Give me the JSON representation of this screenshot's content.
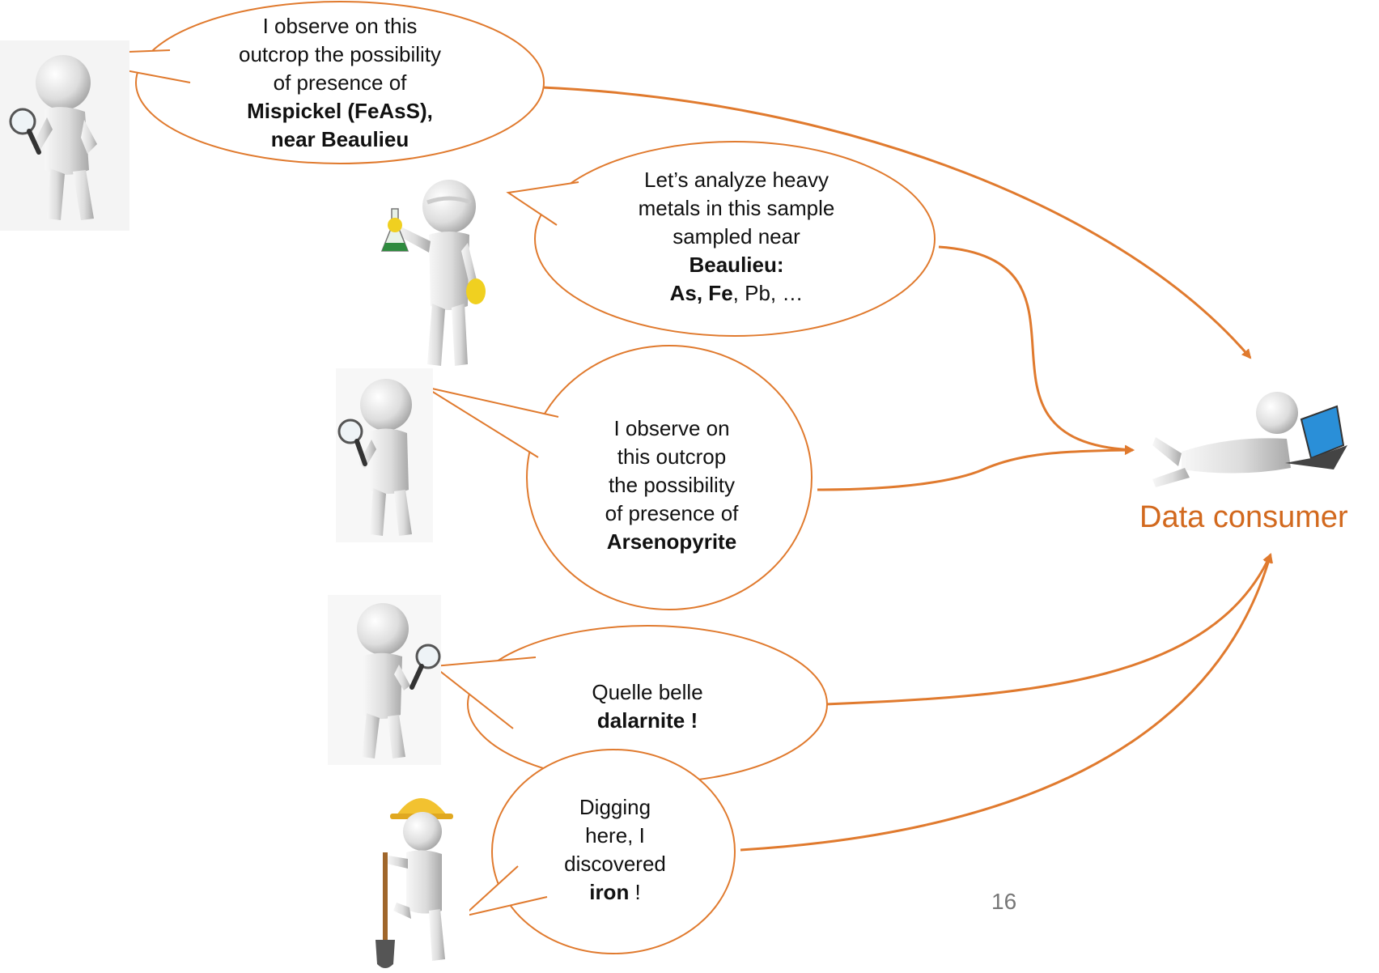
{
  "colors": {
    "accent": "#E07A2E",
    "label": "#D2691E",
    "bubble_fill": "#FFFFFF",
    "text": "#111111",
    "figure_body": "#DCDCDC",
    "hard_hat": "#F2C230",
    "glove": "#F0D020",
    "flask_liquid": "#2E8B3E",
    "laptop_screen": "#2A8FD8",
    "shovel_blade": "#555555",
    "shovel_handle": "#A0662A"
  },
  "bubbles": [
    {
      "id": "mispickel",
      "lines": [
        {
          "parts": [
            {
              "text": "I observe on this",
              "bold": false
            }
          ]
        },
        {
          "parts": [
            {
              "text": "outcrop the possibility",
              "bold": false
            }
          ]
        },
        {
          "parts": [
            {
              "text": "of presence of",
              "bold": false
            }
          ]
        },
        {
          "parts": [
            {
              "text": "Mispickel (FeAsS),",
              "bold": true
            }
          ]
        },
        {
          "parts": [
            {
              "text": "near Beaulieu",
              "bold": true
            }
          ]
        }
      ]
    },
    {
      "id": "heavy-metals",
      "lines": [
        {
          "parts": [
            {
              "text": "Let’s analyze heavy",
              "bold": false
            }
          ]
        },
        {
          "parts": [
            {
              "text": "metals in this sample",
              "bold": false
            }
          ]
        },
        {
          "parts": [
            {
              "text": "sampled near",
              "bold": false
            }
          ]
        },
        {
          "parts": [
            {
              "text": "Beaulieu:",
              "bold": true
            }
          ]
        },
        {
          "parts": [
            {
              "text": "As, Fe",
              "bold": true
            },
            {
              "text": ", Pb, …",
              "bold": false
            }
          ]
        }
      ]
    },
    {
      "id": "arsenopyrite",
      "lines": [
        {
          "parts": [
            {
              "text": "I observe on",
              "bold": false
            }
          ]
        },
        {
          "parts": [
            {
              "text": "this outcrop",
              "bold": false
            }
          ]
        },
        {
          "parts": [
            {
              "text": "the possibility",
              "bold": false
            }
          ]
        },
        {
          "parts": [
            {
              "text": "of presence of",
              "bold": false
            }
          ]
        },
        {
          "parts": [
            {
              "text": "Arsenopyrite",
              "bold": true
            }
          ]
        }
      ]
    },
    {
      "id": "dalarnite",
      "lines": [
        {
          "parts": [
            {
              "text": "Quelle belle",
              "bold": false
            }
          ]
        },
        {
          "parts": [
            {
              "text": "dalarnite !",
              "bold": true
            }
          ]
        }
      ]
    },
    {
      "id": "iron",
      "lines": [
        {
          "parts": [
            {
              "text": "Digging",
              "bold": false
            }
          ]
        },
        {
          "parts": [
            {
              "text": "here, I",
              "bold": false
            }
          ]
        },
        {
          "parts": [
            {
              "text": "discovered",
              "bold": false
            }
          ]
        },
        {
          "parts": [
            {
              "text": "iron",
              "bold": true
            },
            {
              "text": " !",
              "bold": false
            }
          ]
        }
      ]
    }
  ],
  "figures": [
    {
      "role": "magnifier-observer",
      "icon": "magnifying-glass-icon"
    },
    {
      "role": "chemist",
      "icon": "flask-icon"
    },
    {
      "role": "magnifier-observer",
      "icon": "magnifying-glass-icon"
    },
    {
      "role": "magnifier-observer",
      "icon": "magnifying-glass-icon"
    },
    {
      "role": "miner",
      "icon": "shovel-icon"
    },
    {
      "role": "data-consumer",
      "icon": "laptop-icon"
    }
  ],
  "consumer_label": "Data consumer",
  "page_number": "16"
}
